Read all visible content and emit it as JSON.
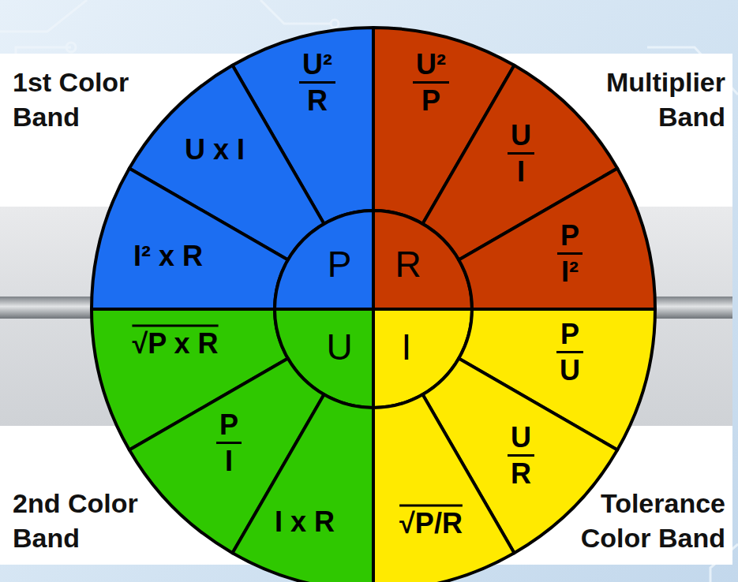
{
  "diagram": {
    "nodes": [
      {
        "text": [
          "U²",
          "R"
        ]
      },
      {
        "text": [
          "U²",
          "P"
        ]
      },
      {
        "text": [
          "U x I"
        ]
      },
      {
        "text": [
          "U",
          "I"
        ]
      },
      {
        "text": [
          "I² x R"
        ]
      },
      {
        "text": [
          "P"
        ]
      },
      {
        "text": [
          "R"
        ]
      },
      {
        "text": [
          "P",
          "I²"
        ]
      },
      {
        "text": [
          "√P x R"
        ]
      },
      {
        "text": [
          "U"
        ]
      },
      {
        "text": [
          "I"
        ]
      },
      {
        "text": [
          "P",
          "U"
        ]
      },
      {
        "text": [
          "P",
          "I"
        ]
      },
      {
        "text": [
          "U",
          "R"
        ]
      },
      {
        "text": [
          "I x R"
        ]
      },
      {
        "text": [
          "√P/R"
        ]
      }
    ],
    "labels": [
      "1st Color Band",
      "Multiplier Band",
      "2nd Color Band",
      "Tolerance Color Band"
    ]
  }
}
